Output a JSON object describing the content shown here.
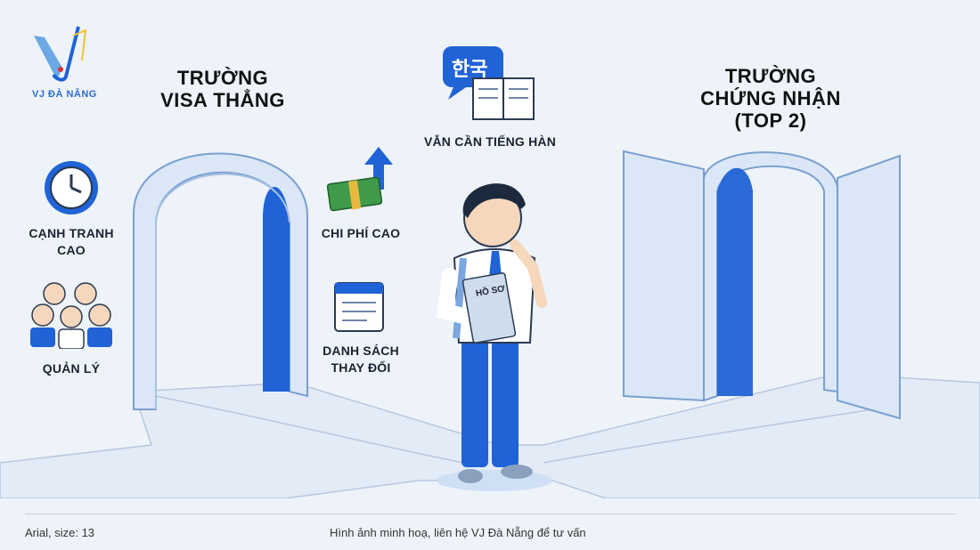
{
  "brand": {
    "logo_text": "VJ ĐÀ NẴNG"
  },
  "left_gate": {
    "title_line1": "TRƯỜNG",
    "title_line2": "VISA THẲNG"
  },
  "right_gate": {
    "title_line1": "TRƯỜNG",
    "title_line2": "CHỨNG NHẬN",
    "title_line3": "(TOP 2)"
  },
  "center": {
    "korean_text": "한국",
    "label": "VẪN CẦN TIẾNG HÀN",
    "folder_label": "HỒ SƠ"
  },
  "left_labels": {
    "competition": {
      "line1": "CẠNH TRANH",
      "line2": "CAO"
    },
    "management": "QUẢN LÝ",
    "cost": "CHI PHÍ CAO",
    "list": {
      "line1": "DANH SÁCH",
      "line2": "THAY ĐỔI"
    }
  },
  "footer": {
    "font_note": "Arial, size: 13",
    "caption": "Hình ảnh minh hoạ, liên hệ VJ Đà Nẵng để tư vấn"
  },
  "colors": {
    "background": "#eef3fa",
    "accent_blue": "#1f63d6",
    "gate_light": "#dbe7f7",
    "gate_edge": "#7aa0cf",
    "path": "#dfe8f5"
  },
  "icons": [
    "clock-icon",
    "students-icon",
    "money-up-icon",
    "calendar-list-icon",
    "korean-book-icon",
    "vj-logo-icon"
  ]
}
